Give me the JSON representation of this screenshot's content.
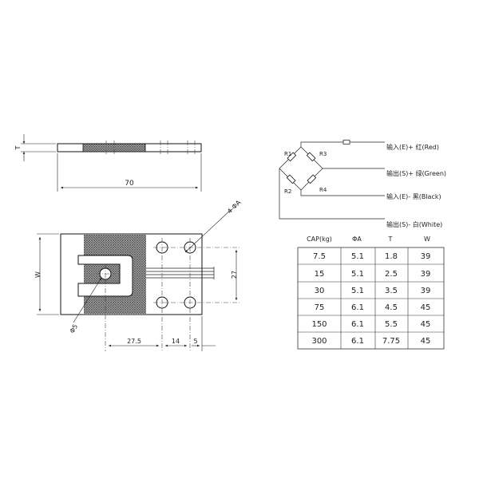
{
  "side_view": {
    "length_label": "70",
    "thickness_label": "T"
  },
  "top_view": {
    "holes_label": "4-ΦA",
    "center_hole_label": "Φ5",
    "height_label": "W",
    "hole_spacing_label": "27",
    "dim_a": "27.5",
    "dim_b": "14",
    "dim_c": "5"
  },
  "bridge": {
    "resistors": [
      "R1",
      "R3",
      "R2",
      "R4"
    ],
    "wires": [
      {
        "label": "输入(E)+ 红(Red)",
        "color": "Red"
      },
      {
        "label": "输出(S)+ 绿(Green)",
        "color": "Green"
      },
      {
        "label": "输入(E)- 黑(Black)",
        "color": "Black"
      },
      {
        "label": "输出(S)- 白(White)",
        "color": "White"
      }
    ]
  },
  "spec_table": {
    "headers": [
      "CAP(kg)",
      "ΦA",
      "T",
      "W"
    ],
    "rows": [
      [
        "7.5",
        "5.1",
        "1.8",
        "39"
      ],
      [
        "15",
        "5.1",
        "2.5",
        "39"
      ],
      [
        "30",
        "5.1",
        "3.5",
        "39"
      ],
      [
        "75",
        "6.1",
        "4.5",
        "45"
      ],
      [
        "150",
        "6.1",
        "5.5",
        "45"
      ],
      [
        "300",
        "6.1",
        "7.75",
        "45"
      ]
    ]
  }
}
